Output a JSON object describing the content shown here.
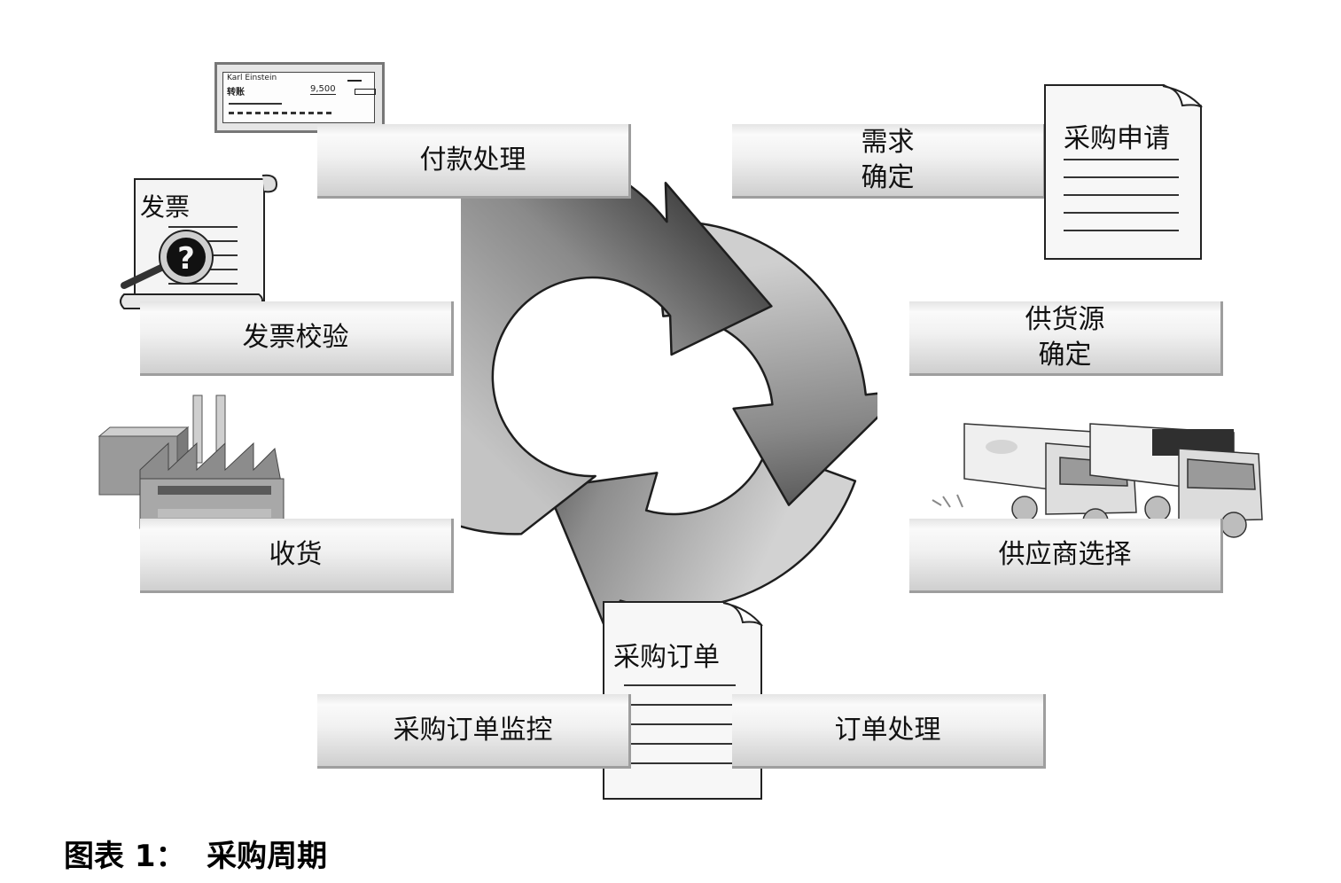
{
  "caption": "图表 1：  采购周期",
  "steps": {
    "payment": "付款处理",
    "requirement": "需求\n确定",
    "invoice_verification": "发票校验",
    "source_determination": "供货源\n确定",
    "goods_receipt": "收货",
    "vendor_selection": "供应商选择",
    "po_monitoring": "采购订单监控",
    "order_processing": "订单处理"
  },
  "documents": {
    "purchase_requisition": "采购申请",
    "purchase_order": "采购订单",
    "invoice": "发票"
  },
  "check": {
    "name": "Karl Einstein",
    "label": "转账",
    "amount": "9,500"
  },
  "icons": {
    "cycle": "cycle-arrows-icon",
    "factory": "factory-icon",
    "trucks": "trucks-icon",
    "magnifier": "magnifier-question-icon",
    "check": "check-icon"
  },
  "colors": {
    "bar_light": "#f5f5f5",
    "bar_dark": "#cfcfcf",
    "arrow_dark": "#4a4a4a",
    "ring": "#9a9a9a"
  }
}
